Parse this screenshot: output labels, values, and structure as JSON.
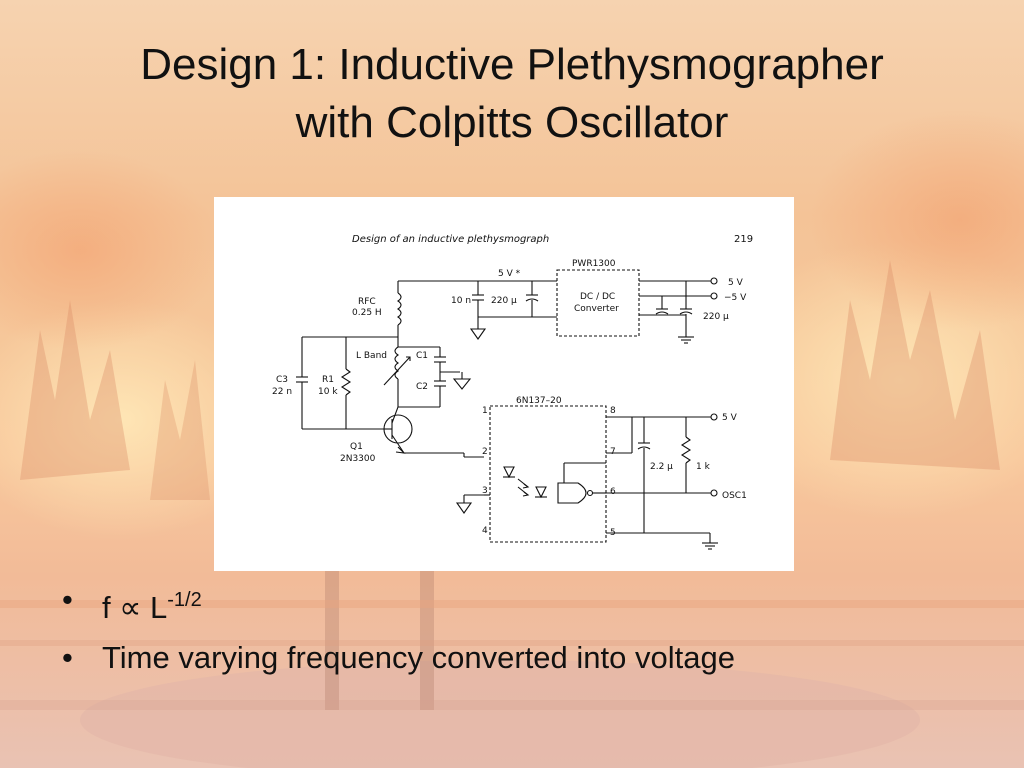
{
  "slide": {
    "title_line1": "Design 1: Inductive Plethysmographer",
    "title_line2": "with Colpitts Oscillator"
  },
  "figure": {
    "caption": "Design of an inductive plethysmograph",
    "page_number": "219",
    "labels": {
      "supply_5v_star": "5 V *",
      "pwr_part": "PWR1300",
      "dcdc_line1": "DC / DC",
      "dcdc_line2": "Converter",
      "out_5v": "5 V",
      "out_neg5v": "−5 V",
      "cap_220u_out": "220 µ",
      "cap_10n": "10 n",
      "cap_220u_in": "220 µ",
      "rfc_name": "RFC",
      "rfc_value": "0.25 H",
      "lband": "L Band",
      "c1": "C1",
      "c2": "C2",
      "c3_name": "C3",
      "c3_value": "22 n",
      "r1_name": "R1",
      "r1_value": "10 k",
      "q1_name": "Q1",
      "q1_part": "2N3300",
      "opto_part": "6N137–20",
      "pin1": "1",
      "pin2": "2",
      "pin3": "3",
      "pin4": "4",
      "pin5": "5",
      "pin6": "6",
      "pin7": "7",
      "pin8": "8",
      "right_5v": "5 V",
      "cap_2u2": "2.2 µ",
      "res_1k": "1 k",
      "osc_out": "OSC1"
    }
  },
  "bullets": [
    {
      "main": "f ∝ L",
      "sup": "-1/2"
    },
    {
      "main": "Time varying frequency converted into voltage"
    }
  ],
  "colors": {
    "background": "#f6c79a",
    "title_text": "#111111",
    "figure_bg": "#ffffff"
  },
  "icons": {
    "bullet": "•"
  }
}
